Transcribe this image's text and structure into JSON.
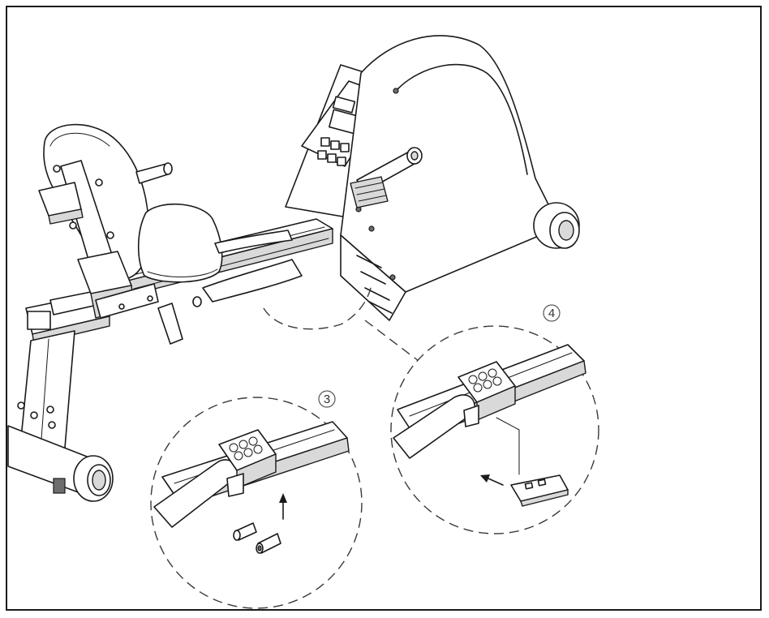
{
  "diagram": {
    "callouts": [
      {
        "id": "step-3",
        "label": "3"
      },
      {
        "id": "step-4",
        "label": "4"
      }
    ],
    "colors": {
      "line": "#1a1a1a",
      "background": "#ffffff",
      "shade": "#d9d9d9"
    }
  }
}
